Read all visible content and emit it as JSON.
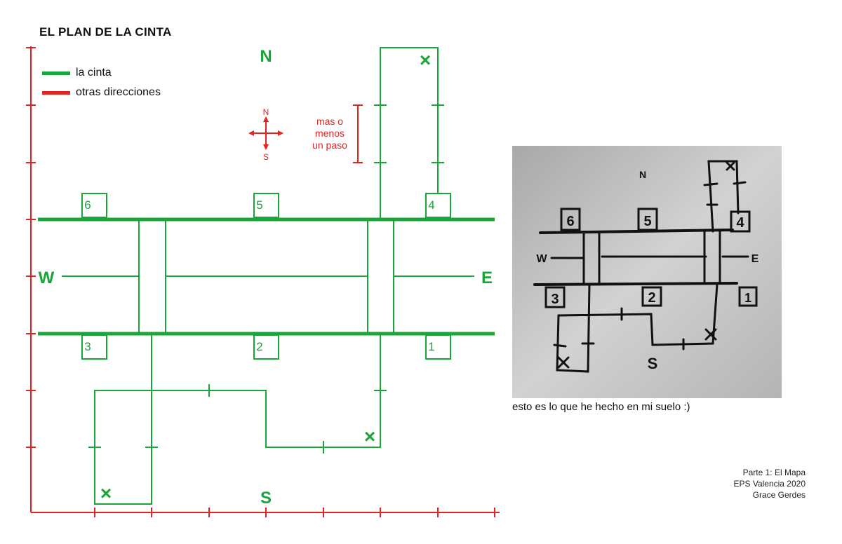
{
  "title": "EL PLAN DE LA CINTA",
  "legend": [
    {
      "label": "la cinta",
      "color": "#1aa539"
    },
    {
      "label": "otras direcciones",
      "color": "#e42222"
    }
  ],
  "compass": {
    "north": "N",
    "south": "S",
    "west": "W",
    "east": "E"
  },
  "small_compass": {
    "north": "N",
    "south": "S"
  },
  "scale_note": {
    "line1": "mas o",
    "line2": "menos",
    "line3": "un paso"
  },
  "boxes": {
    "b1": "1",
    "b2": "2",
    "b3": "3",
    "b4": "4",
    "b5": "5",
    "b6": "6"
  },
  "markers": {
    "x": "×"
  },
  "photo": {
    "caption": "esto es lo que he hecho en mi suelo :)",
    "north": "N",
    "south": "S",
    "west": "W",
    "east": "E",
    "boxes": {
      "b1": "1",
      "b2": "2",
      "b3": "3",
      "b4": "4",
      "b5": "5",
      "b6": "6"
    }
  },
  "credits": {
    "line1": "Parte 1: El Mapa",
    "line2": "EPS Valencia 2020",
    "line3": "Grace Gerdes"
  },
  "colors": {
    "tape": "#1aa539",
    "directions": "#e42222"
  }
}
